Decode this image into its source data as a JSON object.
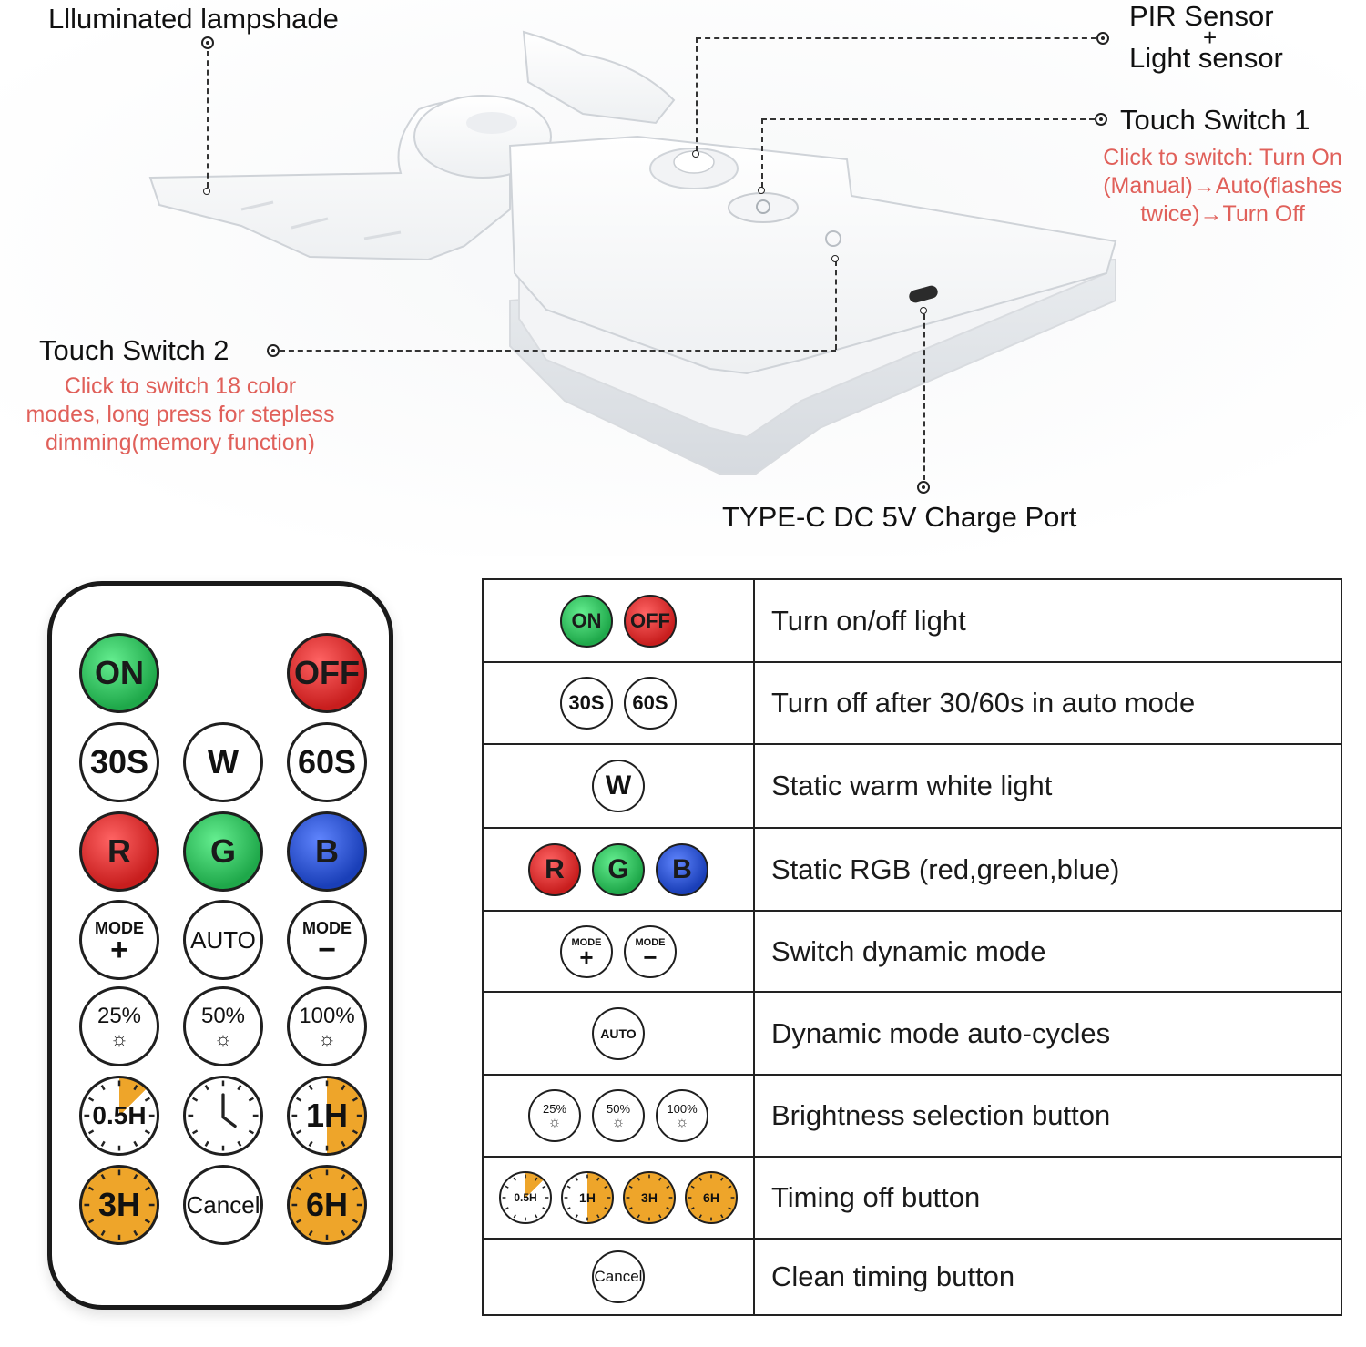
{
  "product": {
    "callouts": {
      "lampshade": "Llluminated lampshade",
      "pir_line1": "PIR Sensor",
      "pir_plus": "+",
      "pir_line2": "Light sensor",
      "touch1_title": "Touch Switch 1",
      "touch1_note_1": "Click to switch: Turn On",
      "touch1_note_2": "(Manual)→Auto(flashes",
      "touch1_note_3": "twice)→Turn Off",
      "touch2_title": "Touch Switch 2",
      "touch2_note_1": "Click to switch 18 color",
      "touch2_note_2": "modes, long press for stepless",
      "touch2_note_3": "dimming(memory function)",
      "port": "TYPE-C DC 5V Charge Port"
    }
  },
  "colors": {
    "green": "#1fa84a",
    "red": "#c81e1e",
    "blue": "#1a3fb8",
    "orange": "#eea52a",
    "note_red": "#e0605a"
  },
  "remote": {
    "buttons": [
      {
        "label": "ON",
        "style": "green"
      },
      {
        "label": "OFF",
        "style": "red"
      },
      {
        "label": "30S",
        "style": "plain"
      },
      {
        "label": "W",
        "style": "plain"
      },
      {
        "label": "60S",
        "style": "plain"
      },
      {
        "label": "R",
        "style": "red"
      },
      {
        "label": "G",
        "style": "green"
      },
      {
        "label": "B",
        "style": "blue"
      },
      {
        "label": "MODE",
        "sub": "+",
        "style": "plain"
      },
      {
        "label": "AUTO",
        "style": "plain"
      },
      {
        "label": "MODE",
        "sub": "−",
        "style": "plain"
      },
      {
        "label": "25%",
        "sub": "☼",
        "style": "plain"
      },
      {
        "label": "50%",
        "sub": "☼",
        "style": "plain"
      },
      {
        "label": "100%",
        "sub": "☼",
        "style": "plain"
      },
      {
        "label": "0.5H",
        "style": "clock",
        "fill": 0.125
      },
      {
        "label": "",
        "style": "clock-face",
        "icon": "clock-icon"
      },
      {
        "label": "1H",
        "style": "clock",
        "fill": 0.5
      },
      {
        "label": "3H",
        "style": "orange"
      },
      {
        "label": "Cancel",
        "style": "plain"
      },
      {
        "label": "6H",
        "style": "orange"
      }
    ]
  },
  "legend": {
    "rows": [
      {
        "icons": [
          {
            "label": "ON",
            "style": "green"
          },
          {
            "label": "OFF",
            "style": "red"
          }
        ],
        "desc": "Turn on/off light"
      },
      {
        "icons": [
          {
            "label": "30S",
            "style": "plain"
          },
          {
            "label": "60S",
            "style": "plain"
          }
        ],
        "desc": "Turn off after 30/60s in auto mode"
      },
      {
        "icons": [
          {
            "label": "W",
            "style": "plain"
          }
        ],
        "desc": "Static warm white light"
      },
      {
        "icons": [
          {
            "label": "R",
            "style": "red"
          },
          {
            "label": "G",
            "style": "green"
          },
          {
            "label": "B",
            "style": "blue"
          }
        ],
        "desc": "Static RGB (red,green,blue)"
      },
      {
        "icons": [
          {
            "label": "MODE",
            "sub": "+",
            "style": "plain"
          },
          {
            "label": "MODE",
            "sub": "−",
            "style": "plain"
          }
        ],
        "desc": "Switch dynamic mode"
      },
      {
        "icons": [
          {
            "label": "AUTO",
            "style": "plain"
          }
        ],
        "desc": "Dynamic mode auto-cycles"
      },
      {
        "icons": [
          {
            "label": "25%",
            "sub": "☼",
            "style": "plain"
          },
          {
            "label": "50%",
            "sub": "☼",
            "style": "plain"
          },
          {
            "label": "100%",
            "sub": "☼",
            "style": "plain"
          }
        ],
        "desc": "Brightness selection button"
      },
      {
        "icons": [
          {
            "label": "0.5H",
            "style": "clock",
            "fill": 0.125
          },
          {
            "label": "1H",
            "style": "clock",
            "fill": 0.5
          },
          {
            "label": "3H",
            "style": "orange"
          },
          {
            "label": "6H",
            "style": "orange"
          }
        ],
        "desc": "Timing off button"
      },
      {
        "icons": [
          {
            "label": "Cancel",
            "style": "plain"
          }
        ],
        "desc": "Clean timing button"
      }
    ]
  }
}
